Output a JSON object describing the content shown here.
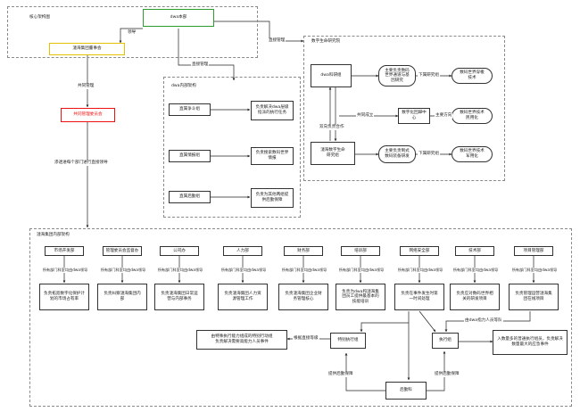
{
  "regions": {
    "core": "核心架构图",
    "dwa_internal": "dwa内部架构",
    "digital_institute": "数字生命研究院",
    "lianhai_internal": "漣海集团内部架构"
  },
  "nodes": {
    "dwa_hq": "dwa本部",
    "board": "漣海集团董事会",
    "joint_committee": "共同管理委员会",
    "dwa_fight": "直属争斗组",
    "dwa_fight_desc": "负责解决dwa层级\n指派的执行任务",
    "dwa_intel": "直属情报组",
    "dwa_intel_desc": "负责搜索数码世界\n情报",
    "dwa_logistics": "直属后勤组",
    "dwa_logistics_desc": "负责为其他两组提\n供后勤保障",
    "dwa_lab": "dwa科研组",
    "dwa_lab_desc": "主要负责数码\n世界通道与基\n因研究",
    "dwa_lab_target": "数码世界穿梭\n技术",
    "digital_center": "数字化回歸中\n心",
    "digital_center_target": "数码世界技术\n民用化",
    "lh_lab": "漣海数字生命\n研究组",
    "lh_lab_desc": "主要负责制式\n数码装备研发",
    "lh_lab_target": "数码世界技术\n军用化",
    "depts": [
      {
        "name": "市场开发部",
        "rel": "所有部门科室均由dwa领导",
        "desc": "负责拓宽数字化保护计\n划的市场占有率"
      },
      {
        "name": "管理委员会监督办",
        "rel": "所有部门科室均由dwa领导",
        "desc": "负责纠察漣海集团内\n部"
      },
      {
        "name": "公司办",
        "rel": "所有部门科室均由dwa领导",
        "desc": "负责漣海集团日常运\n营与内部事务"
      },
      {
        "name": "人力部",
        "rel": "所有部门科室均由dwa领导",
        "desc": "负责漣海集团人力资\n源管理工作"
      },
      {
        "name": "财务部",
        "rel": "所有部门科室均由dwa领导",
        "desc": "负责漣海集团企业财\n务管理核心"
      },
      {
        "name": "培训部",
        "rel": "所有部门科室均由dwa领导",
        "desc": "负责为dwa和漣海集\n团员工提供最基本的\n技能培训"
      },
      {
        "name": "网络安全部",
        "rel": "所有部门科室均由dwa领导",
        "desc": "负责在事件发生时第\n一时间处理"
      },
      {
        "name": "技术部",
        "rel": "所有部门科室均由dwa领导",
        "desc": "负责应对数码世界相\n关的研发项目"
      },
      {
        "name": "项目管理部",
        "rel": "所有部门科室均由dwa领导",
        "desc": "负责管理运营漣海集\n团在线项目"
      }
    ],
    "special_team": "特别执行组",
    "special_team_desc": "由特殊执行能力组成的特别行动组\n负责解决需要高能力人员事件",
    "exec_team": "执行组",
    "exec_team_desc": "入数量多的普通执行组员，负责解决\n数量最大的应急事件",
    "reserve": "后勤科"
  },
  "edges": {
    "lead": "领导",
    "direct_mgmt_1": "直接管理",
    "direct_mgmt_2": "直接管理",
    "shared_mgmt": "共同管理",
    "shared_lead": "渗透进每个部门进行直接领导",
    "co_found": "共同成立",
    "lab_to_digital": "双向负责合作",
    "main_direction": "主要方向",
    "lower_research_1": "下属研究组",
    "lower_research_2": "下属研究组",
    "rank_ref": "根据直接等级",
    "dwa_personnel": "由dwa指力人员等队",
    "support_1": "提供后勤保障",
    "support_2": "提供后勤保障"
  }
}
